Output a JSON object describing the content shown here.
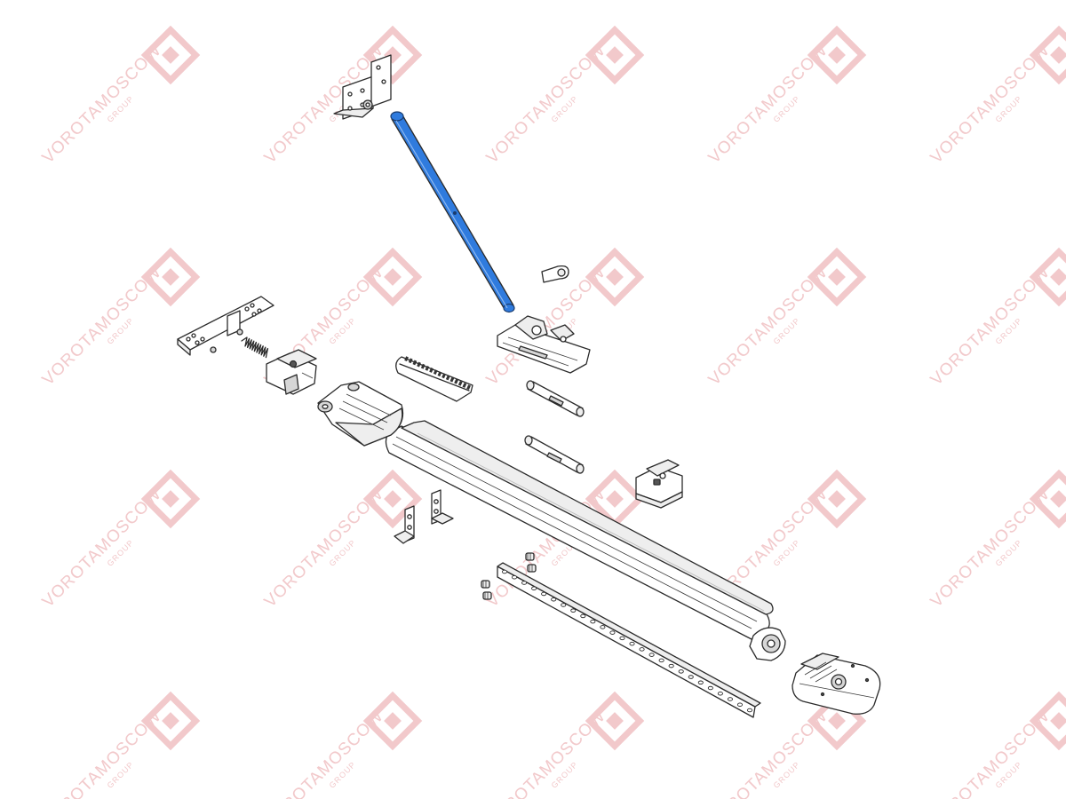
{
  "watermark": {
    "text": "VOROTAMOSCOW",
    "subtext": "GROUP",
    "color": "#f2c9cb"
  },
  "diagram": {
    "highlight_color": "#2f7bde",
    "line_color": "#2b2b2b",
    "parts": [
      {
        "name": "door-bracket",
        "highlighted": false
      },
      {
        "name": "door-arm",
        "highlighted": true
      },
      {
        "name": "lintel-bracket",
        "highlighted": false
      },
      {
        "name": "tension-spring",
        "highlighted": false
      },
      {
        "name": "belt-tensioner",
        "highlighted": false
      },
      {
        "name": "end-pulley",
        "highlighted": false
      },
      {
        "name": "drive-belt",
        "highlighted": false
      },
      {
        "name": "lever",
        "highlighted": false
      },
      {
        "name": "carriage",
        "highlighted": false
      },
      {
        "name": "pin-1",
        "highlighted": false
      },
      {
        "name": "pin-2",
        "highlighted": false
      },
      {
        "name": "belt-clamp",
        "highlighted": false
      },
      {
        "name": "rail",
        "highlighted": false
      },
      {
        "name": "angle-bracket-1",
        "highlighted": false
      },
      {
        "name": "angle-bracket-2",
        "highlighted": false
      },
      {
        "name": "screws",
        "highlighted": false
      },
      {
        "name": "perforated-strap",
        "highlighted": false
      },
      {
        "name": "drive-sprocket",
        "highlighted": false
      },
      {
        "name": "motor-unit",
        "highlighted": false
      }
    ]
  }
}
